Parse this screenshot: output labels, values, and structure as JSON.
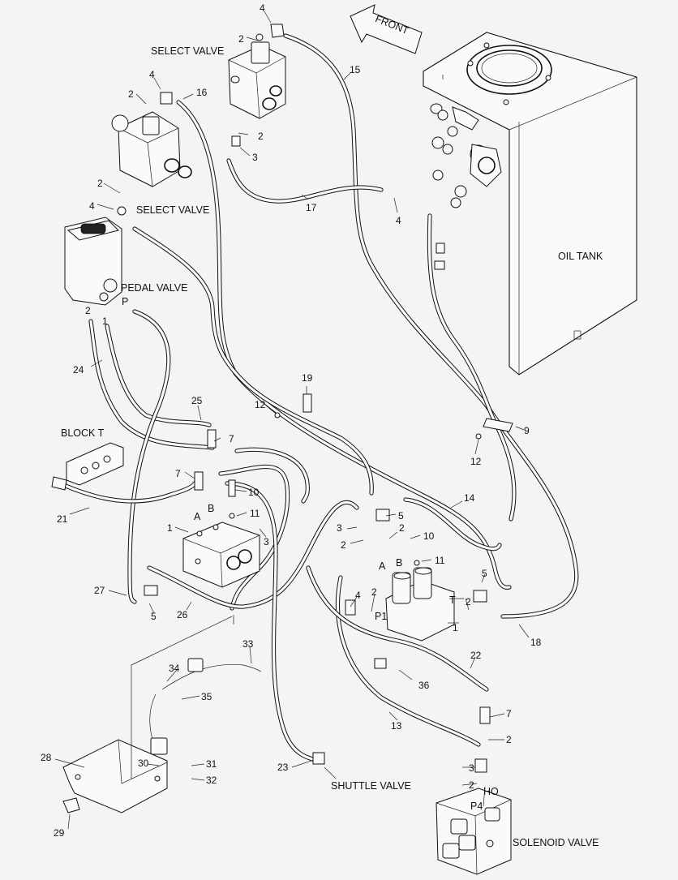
{
  "labels": {
    "front": "FRONT",
    "select_valve_top": "SELECT VALVE",
    "select_valve_mid": "SELECT VALVE",
    "oil_tank": "OIL TANK",
    "pedal_valve": "PEDAL VALVE",
    "port_p_pedal": "P",
    "block_t": "BLOCK T",
    "port_a_left": "A",
    "port_b_left": "B",
    "port_a_right": "A",
    "port_b_right": "B",
    "port_t": "T",
    "port_p1": "P1",
    "shuttle_valve": "SHUTTLE VALVE",
    "port_ho": "HO",
    "port_p4": "P4",
    "solenoid_valve": "SOLENOID VALVE"
  },
  "callouts": {
    "c4a": "4",
    "c2a": "2",
    "c15": "15",
    "c4b": "4",
    "c2b": "2",
    "c16": "16",
    "c2c": "2",
    "c3a": "3",
    "c2d": "2",
    "c4c": "4",
    "c17": "17",
    "c4d": "4",
    "c2e": "2",
    "c1a": "1",
    "c24": "24",
    "c19": "19",
    "c12a": "12",
    "c25": "25",
    "c9": "9",
    "c12b": "12",
    "c7a": "7",
    "c7b": "7",
    "c10a": "10",
    "c21": "21",
    "c11a": "11",
    "c1b": "1",
    "c3b": "3",
    "c14": "14",
    "c5a": "5",
    "c3c": "3",
    "c2f": "2",
    "c2g": "2",
    "c10b": "10",
    "c11b": "11",
    "c27": "27",
    "c5b": "5",
    "c26": "26",
    "c4e": "4",
    "c2h": "2",
    "c1c": "1",
    "c2i": "2",
    "c5c": "5",
    "c18": "18",
    "c33": "33",
    "c34": "34",
    "c35": "35",
    "c22": "22",
    "c36": "36",
    "c7c": "7",
    "c13": "13",
    "c2j": "2",
    "c28": "28",
    "c30": "30",
    "c31": "31",
    "c32": "32",
    "c23": "23",
    "c3d": "3",
    "c2k": "2",
    "c29": "29"
  }
}
